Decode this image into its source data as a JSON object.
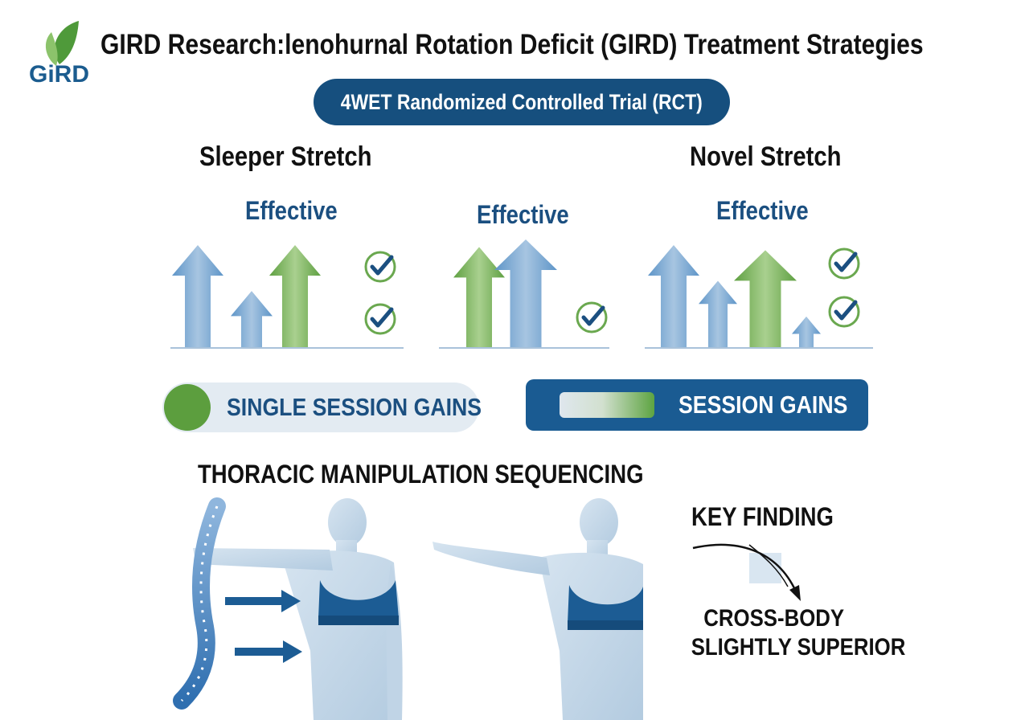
{
  "header": {
    "logo_text": "GiRD",
    "title": "GIRD Research:lenohurnal Rotation Deficit (GIRD) Treatment Strategies"
  },
  "rct_pill": {
    "label": "4WET Randomized Controlled Trial (RCT)"
  },
  "panels": {
    "left": {
      "title": "Sleeper Stretch",
      "effect": "Effective"
    },
    "middle": {
      "effect": "Effective"
    },
    "right": {
      "title": "Novel Stretch",
      "effect": "Effective"
    }
  },
  "chart_data": {
    "type": "bar",
    "panels": [
      {
        "arrows": [
          "blue",
          "blue",
          "green"
        ],
        "levels": [
          1.0,
          0.55,
          1.0
        ],
        "checks": 2
      },
      {
        "arrows": [
          "green",
          "blue"
        ],
        "levels": [
          0.93,
          1.0
        ],
        "checks": 1
      },
      {
        "arrows": [
          "blue",
          "blue",
          "green",
          "blue"
        ],
        "levels": [
          1.0,
          0.65,
          0.95,
          0.3
        ],
        "checks": 2
      }
    ]
  },
  "gains": {
    "left_label": "SINGLE SESSION GAINS",
    "right_label": "SESSION GAINS"
  },
  "thoracic": {
    "title": "THORACIC MANIPULATION SEQUENCING"
  },
  "key_finding": {
    "title": "KEY FINDING",
    "line1": "CROSS-BODY",
    "line2": "SLIGHTLY SUPERIOR"
  },
  "colors": {
    "navy": "#164f7e",
    "blue_arrow": "#5b92c4",
    "green_arrow": "#6aa84f",
    "figure": "#c6d8e8",
    "top": "#1d5e94"
  }
}
